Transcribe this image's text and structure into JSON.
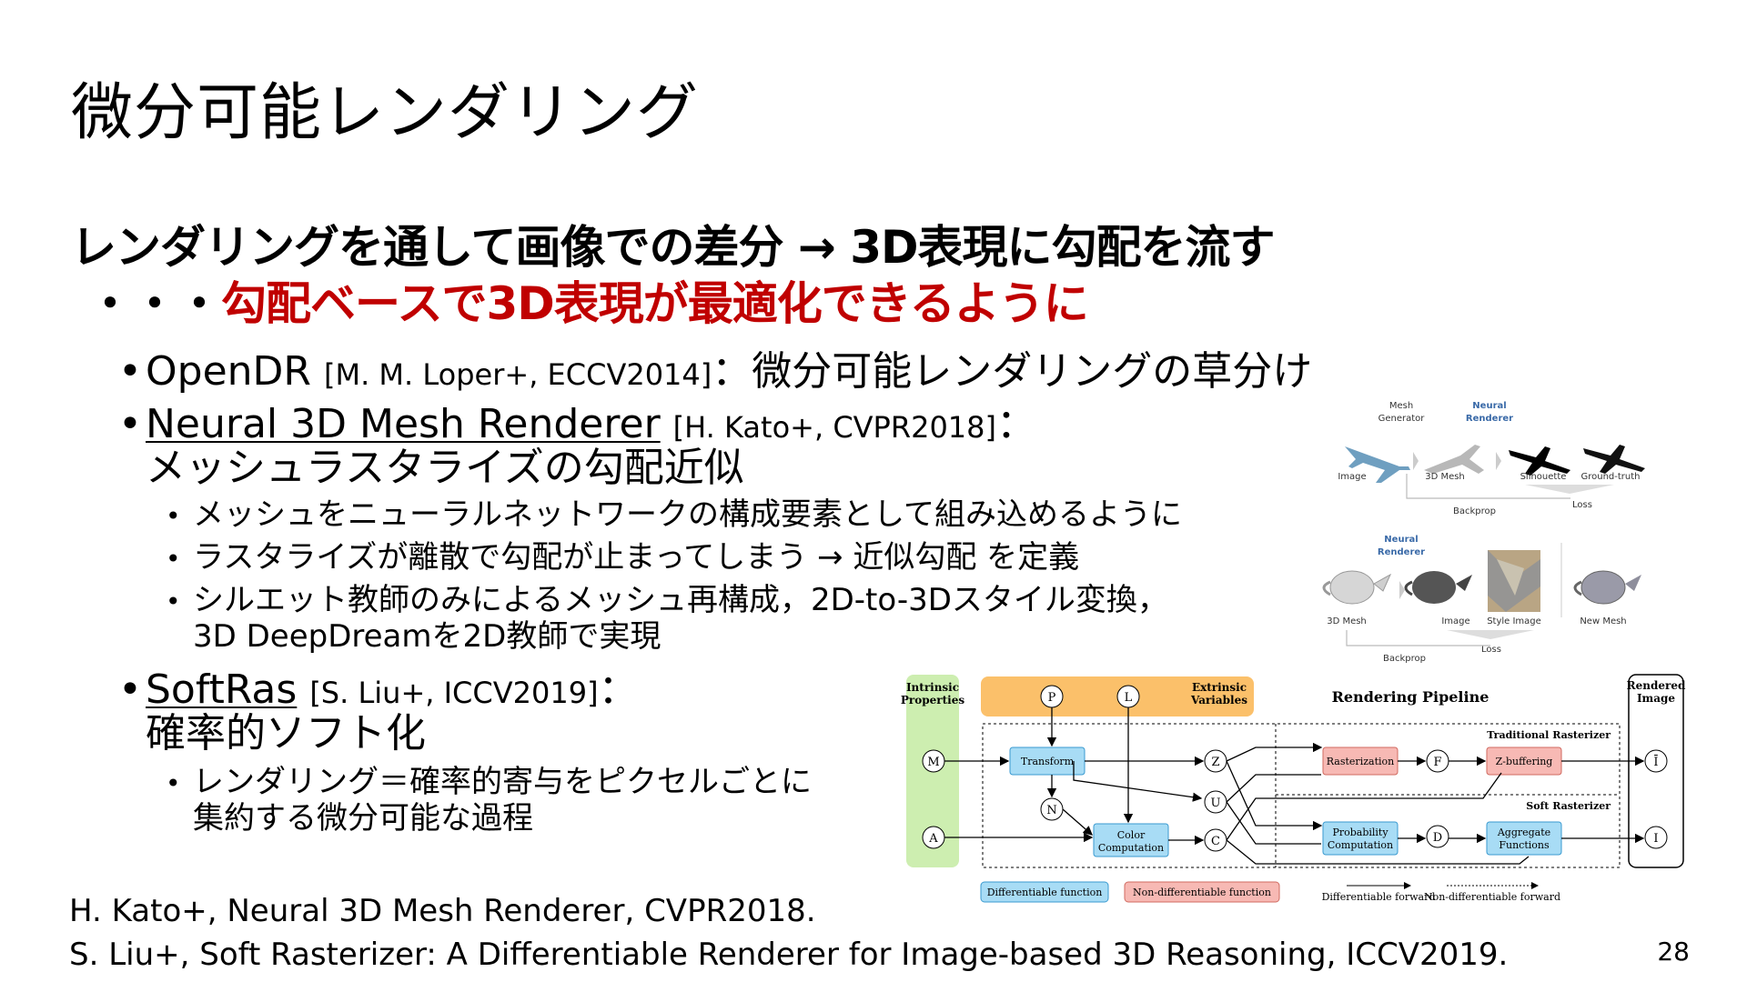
{
  "title": "微分可能レンダリング",
  "headline": "レンダリングを通して画像での差分 → 3D表現に勾配を流す",
  "sub": {
    "prefix": "・・・",
    "emph": "勾配ベースで3D表現が最適化できるように"
  },
  "items": [
    {
      "name": "OpenDR",
      "ref": "[M. M. Loper+, ECCV2014]",
      "desc": "：微分可能レンダリングの草分け"
    },
    {
      "name": "Neural 3D Mesh Renderer",
      "ref": "[H. Kato+, CVPR2018]",
      "colon": "：",
      "desc": "メッシュラスタライズの勾配近似",
      "subitems": [
        "メッシュをニューラルネットワークの構成要素として組み込めるように",
        "ラスタライズが離散で勾配が止まってしまう → 近似勾配 を定義",
        "シルエット教師のみによるメッシュ再構成，2D-to-3Dスタイル変換，",
        "3D DeepDreamを2D教師で実現"
      ]
    },
    {
      "name": "SoftRas",
      "ref": "[S. Liu+, ICCV2019]",
      "colon": "：",
      "desc": "確率的ソフト化",
      "subitems": [
        "レンダリング＝確率的寄与をピクセルごとに",
        "集約する微分可能な過程"
      ]
    }
  ],
  "references": [
    "H. Kato+, Neural 3D Mesh Renderer, CVPR2018.",
    "S. Liu+, Soft Rasterizer: A Differentiable Renderer for Image-based 3D Reasoning, ICCV2019."
  ],
  "page_number": "28",
  "nmr_figure": {
    "top": {
      "mesh_generator": "Mesh\nGenerator",
      "neural_renderer": "Neural\nRenderer",
      "labels": [
        "Image",
        "3D Mesh",
        "Silhouette",
        "Ground-truth"
      ],
      "loss": "Loss",
      "backprop": "Backprop"
    },
    "bottom": {
      "neural_renderer": "Neural\nRenderer",
      "labels": [
        "3D Mesh",
        "Image",
        "Style Image",
        "New Mesh"
      ],
      "loss": "Loss",
      "backprop": "Backprop"
    }
  },
  "softras_figure": {
    "intrinsic": "Intrinsic\nProperties",
    "extrinsic": "Extrinsic\nVariables",
    "pipeline": "Rendering Pipeline",
    "rendered_image": "Rendered\nImage",
    "traditional": "Traditional Rasterizer",
    "soft": "Soft Rasterizer",
    "nodes": {
      "P": "P",
      "L": "L",
      "M": "M",
      "A": "A",
      "N": "N",
      "Z": "Z",
      "U": "U",
      "C": "C",
      "F": "F",
      "D": "D",
      "I1": "Ī",
      "I2": "I"
    },
    "boxes": {
      "transform": "Transform",
      "color": "Color\nComputation",
      "rasterization": "Rasterization",
      "zbuffering": "Z-buffering",
      "probability": "Probability\nComputation",
      "aggregate": "Aggregate\nFunctions"
    },
    "legend": [
      "Differentiable function",
      "Non-differentiable function",
      "Differentiable forward",
      "Non-differentiable forward"
    ],
    "colors": {
      "diff": "#a8dcf5",
      "nondiff": "#f7b9b4",
      "intrinsic": "#cdeeb0",
      "extrinsic": "#fbc06a"
    }
  }
}
